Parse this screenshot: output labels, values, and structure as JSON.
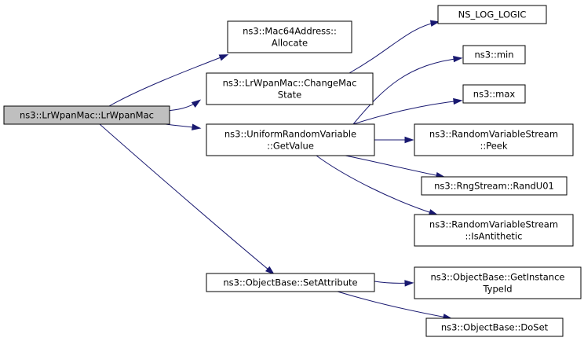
{
  "nodes": [
    {
      "id": "lrwpanmac_ctor",
      "lines": [
        "ns3::LrWpanMac::LrWpanMac"
      ],
      "root": true
    },
    {
      "id": "mac64_allocate",
      "lines": [
        "ns3::Mac64Address::",
        "Allocate"
      ]
    },
    {
      "id": "change_mac_state",
      "lines": [
        "ns3::LrWpanMac::ChangeMac",
        "State"
      ]
    },
    {
      "id": "uniform_getvalue",
      "lines": [
        "ns3::UniformRandomVariable",
        "::GetValue"
      ]
    },
    {
      "id": "set_attribute",
      "lines": [
        "ns3::ObjectBase::SetAttribute"
      ]
    },
    {
      "id": "ns_log_logic",
      "lines": [
        "NS_LOG_LOGIC"
      ]
    },
    {
      "id": "ns3_min",
      "lines": [
        "ns3::min"
      ]
    },
    {
      "id": "ns3_max",
      "lines": [
        "ns3::max"
      ]
    },
    {
      "id": "rvs_peek",
      "lines": [
        "ns3::RandomVariableStream",
        "::Peek"
      ]
    },
    {
      "id": "rng_randu01",
      "lines": [
        "ns3::RngStream::RandU01"
      ]
    },
    {
      "id": "rvs_isantithetic",
      "lines": [
        "ns3::RandomVariableStream",
        "::IsAntithetic"
      ]
    },
    {
      "id": "get_instance_typeid",
      "lines": [
        "ns3::ObjectBase::GetInstance",
        "TypeId"
      ]
    },
    {
      "id": "do_set",
      "lines": [
        "ns3::ObjectBase::DoSet"
      ]
    }
  ],
  "edges": [
    {
      "from": "lrwpanmac_ctor",
      "to": "mac64_allocate"
    },
    {
      "from": "lrwpanmac_ctor",
      "to": "change_mac_state"
    },
    {
      "from": "lrwpanmac_ctor",
      "to": "uniform_getvalue"
    },
    {
      "from": "lrwpanmac_ctor",
      "to": "set_attribute"
    },
    {
      "from": "change_mac_state",
      "to": "ns_log_logic"
    },
    {
      "from": "uniform_getvalue",
      "to": "ns3_min"
    },
    {
      "from": "uniform_getvalue",
      "to": "ns3_max"
    },
    {
      "from": "uniform_getvalue",
      "to": "rvs_peek"
    },
    {
      "from": "uniform_getvalue",
      "to": "rng_randu01"
    },
    {
      "from": "uniform_getvalue",
      "to": "rvs_isantithetic"
    },
    {
      "from": "set_attribute",
      "to": "get_instance_typeid"
    },
    {
      "from": "set_attribute",
      "to": "do_set"
    }
  ],
  "colors": {
    "root_fill": "#bfbfbf",
    "node_fill": "#ffffff",
    "edge": "#191970",
    "border": "#000000"
  }
}
